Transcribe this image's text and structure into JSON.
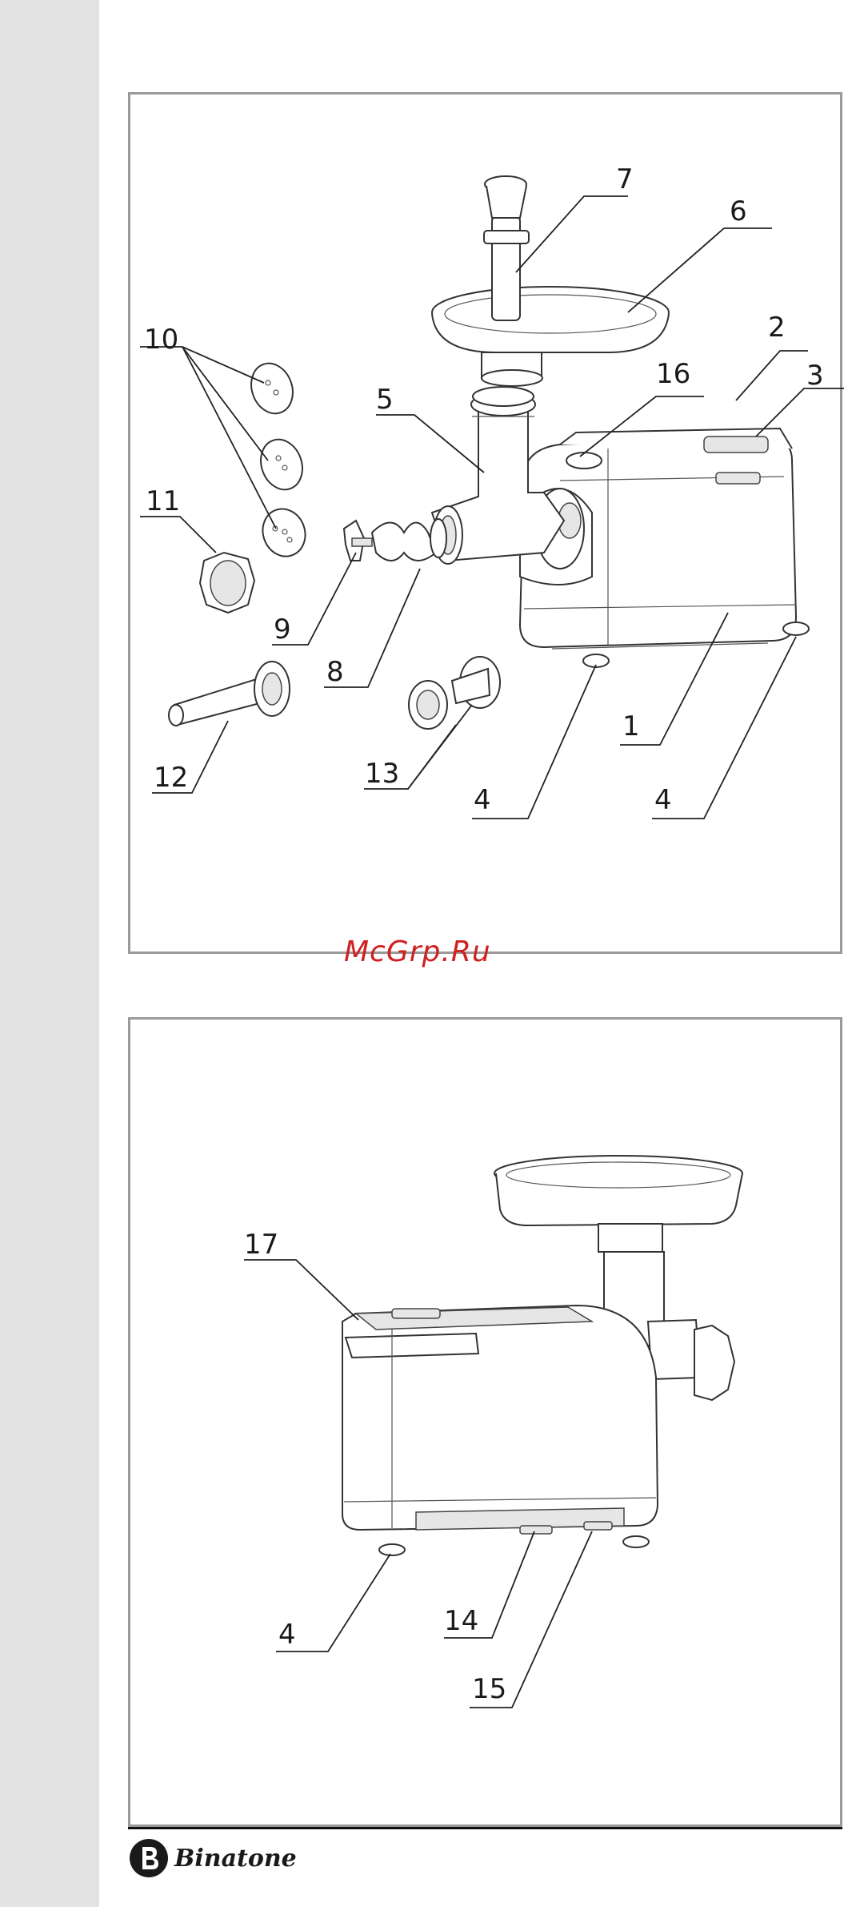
{
  "watermark": "McGrp.Ru",
  "brand": {
    "name": "Binatone"
  },
  "figure_top": {
    "callouts": [
      "7",
      "6",
      "2",
      "3",
      "10",
      "16",
      "5",
      "11",
      "9",
      "8",
      "12",
      "13",
      "4",
      "1",
      "4"
    ]
  },
  "figure_bottom": {
    "callouts": [
      "17",
      "4",
      "14",
      "15"
    ]
  }
}
